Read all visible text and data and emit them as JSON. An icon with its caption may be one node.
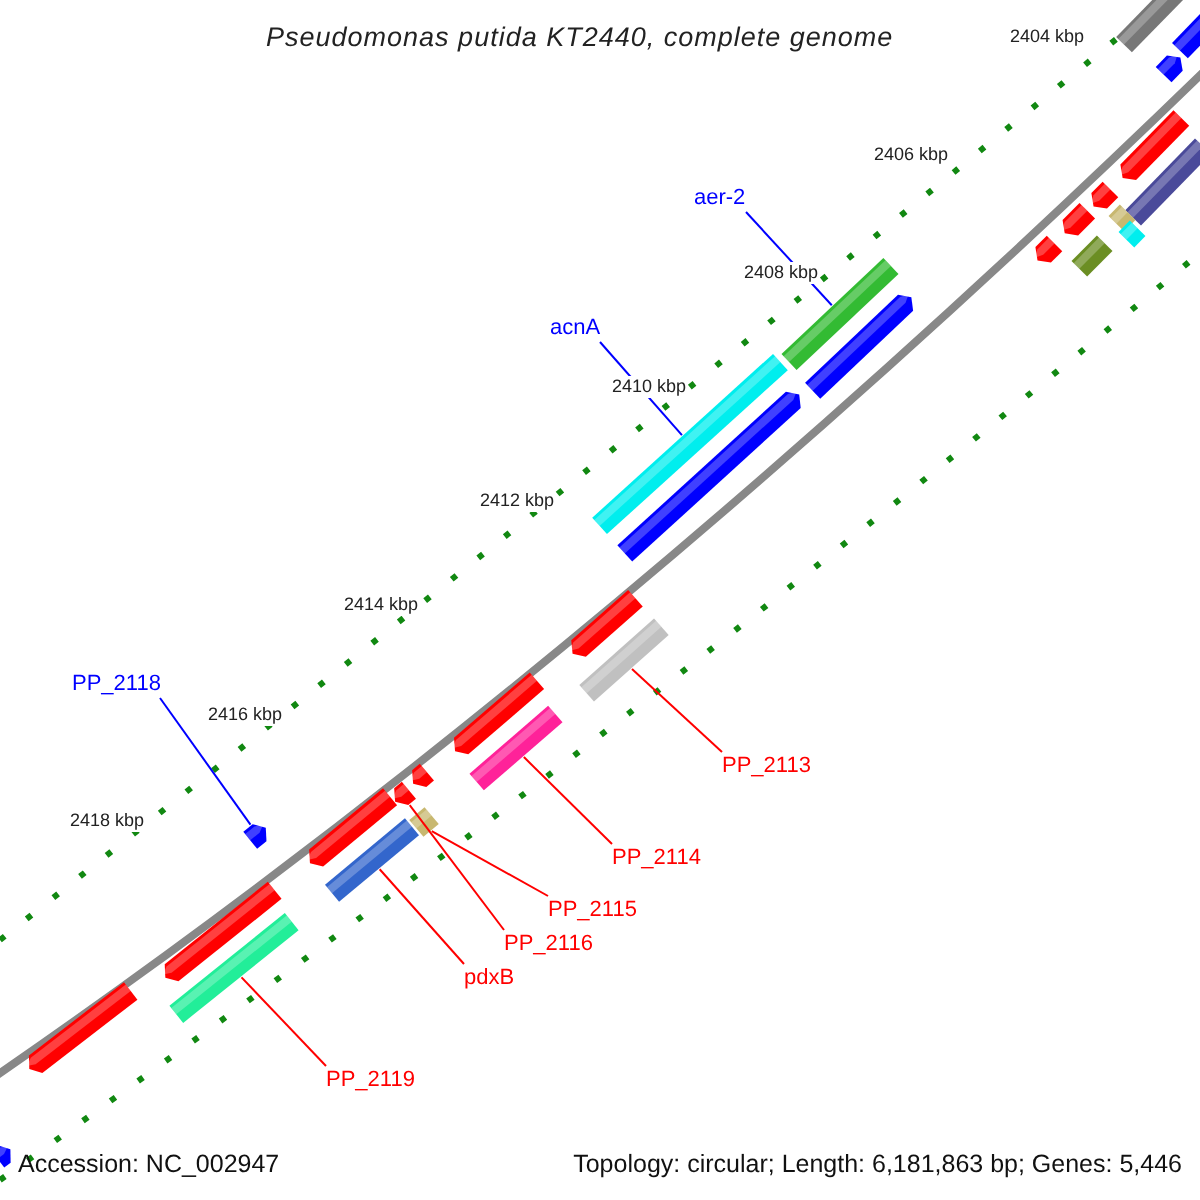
{
  "diagram": {
    "title": "Pseudomonas putida KT2440, complete genome",
    "nodes": [
      {
        "text": [
          "aer-2"
        ]
      },
      {
        "text": [],
        "shape": "bar"
      },
      {
        "text": [
          "acnA"
        ]
      },
      {
        "text": [],
        "shape": "bar"
      },
      {
        "text": [
          "PP_2118"
        ]
      },
      {
        "text": [],
        "shape": "bar"
      },
      {
        "text": [
          "PP_2113"
        ]
      },
      {
        "text": [],
        "shape": "bar"
      },
      {
        "text": [
          "PP_2114"
        ]
      },
      {
        "text": [],
        "shape": "bar"
      },
      {
        "text": [
          "PP_2115"
        ]
      },
      {
        "text": [],
        "shape": "bar"
      },
      {
        "text": [
          "PP_2116"
        ]
      },
      {
        "text": [],
        "shape": "bar"
      },
      {
        "text": [
          "pdxB"
        ]
      },
      {
        "text": [],
        "shape": "bar"
      },
      {
        "text": [
          "PP_2119"
        ]
      },
      {
        "text": [],
        "shape": "bar"
      },
      {
        "text": [],
        "shape": "bar"
      },
      {
        "text": [],
        "shape": "bar"
      },
      {
        "text": [],
        "shape": "bar"
      },
      {
        "text": [],
        "shape": "bar"
      },
      {
        "text": [],
        "shape": "bar"
      },
      {
        "text": [],
        "shape": "bar"
      },
      {
        "text": [],
        "shape": "bar"
      },
      {
        "text": [],
        "shape": "bar"
      },
      {
        "text": [],
        "shape": "bar"
      },
      {
        "text": [],
        "shape": "bar"
      },
      {
        "text": [],
        "shape": "bar"
      },
      {
        "text": [],
        "shape": "bar"
      },
      {
        "text": [],
        "shape": "bar"
      },
      {
        "text": [],
        "shape": "bar"
      },
      {
        "text": [],
        "shape": "bar"
      },
      {
        "text": [],
        "shape": "bar"
      },
      {
        "text": [],
        "shape": "bar"
      },
      {
        "text": [],
        "shape": "bar"
      },
      {
        "text": [],
        "shape": "bar"
      },
      {
        "text": [],
        "shape": "bar"
      }
    ],
    "edges": [
      {
        "from": 0,
        "to": 1,
        "arrow": "none",
        "color": "#0000ff"
      },
      {
        "from": 2,
        "to": 3,
        "arrow": "none",
        "color": "#0000ff"
      },
      {
        "from": 4,
        "to": 5,
        "arrow": "none",
        "color": "#0000ff"
      },
      {
        "from": 6,
        "to": 7,
        "arrow": "none"
      },
      {
        "from": 8,
        "to": 9,
        "arrow": "none"
      },
      {
        "from": 10,
        "to": 11,
        "arrow": "none"
      },
      {
        "from": 12,
        "to": 13,
        "arrow": "none"
      },
      {
        "from": 14,
        "to": 15,
        "arrow": "none"
      },
      {
        "from": 16,
        "to": 17,
        "arrow": "none"
      }
    ],
    "labels": [
      "2404 kbp",
      "2406 kbp",
      "2408 kbp",
      "2410 kbp",
      "2412 kbp",
      "2414 kbp",
      "2416 kbp",
      "2418 kbp",
      "Accession: NC_002947",
      "Topology: circular; Length: 6,181,863 bp; Genes: 5,446"
    ]
  }
}
